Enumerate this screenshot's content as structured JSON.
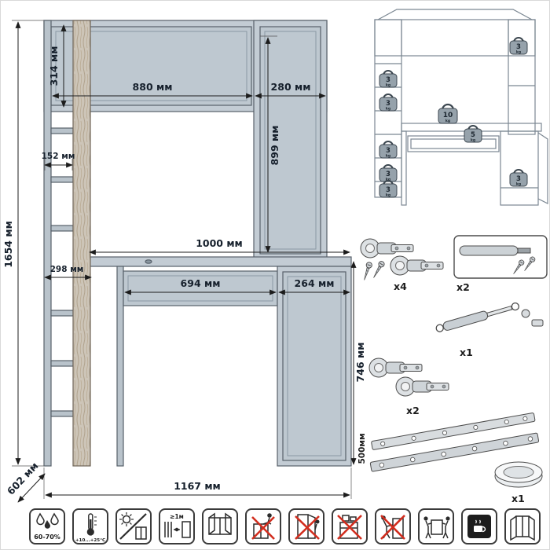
{
  "drawing": {
    "dimensions": {
      "total_height": "1654 мм",
      "hutch_height": "314 мм",
      "hutch_width": "880 мм",
      "hutch_right_width": "280 мм",
      "upper_section_height": "899 мм",
      "shelf_depth": "152 мм",
      "desk_width": "1000 мм",
      "left_unit_width": "298 мм",
      "drawer_width": "694 мм",
      "pedestal_width": "264 мм",
      "desk_height": "746 мм",
      "depth": "602 мм",
      "total_width": "1167 мм"
    }
  },
  "load_diagram": {
    "weights": [
      {
        "value": "3",
        "unit": "kg"
      },
      {
        "value": "3",
        "unit": "kg"
      },
      {
        "value": "3",
        "unit": "kg"
      },
      {
        "value": "3",
        "unit": "kg"
      },
      {
        "value": "3",
        "unit": "kg"
      },
      {
        "value": "3",
        "unit": "kg"
      },
      {
        "value": "10",
        "unit": "kg"
      },
      {
        "value": "5",
        "unit": "kg"
      },
      {
        "value": "3",
        "unit": "kg"
      }
    ]
  },
  "hardware": {
    "hinges_a": {
      "name": "concealed-hinges",
      "qty": "x4"
    },
    "damper": {
      "name": "door-damper",
      "qty": "x2"
    },
    "gas_lift": {
      "name": "gas-lift",
      "qty": "x1"
    },
    "hinges_b": {
      "name": "concealed-hinges",
      "qty": "x2"
    },
    "slides": {
      "name": "drawer-slides",
      "length": "500мм"
    },
    "grommet": {
      "name": "round-insert",
      "qty": "x1"
    }
  },
  "care_icons": [
    {
      "name": "humidity",
      "label": "60-70%"
    },
    {
      "name": "temperature",
      "label": "+10...+25°C"
    },
    {
      "name": "no-direct-sunlight"
    },
    {
      "name": "heat-distance",
      "label": "≥1м"
    },
    {
      "name": "ventilation"
    },
    {
      "name": "no-climbing"
    },
    {
      "name": "no-hanging-on-doors"
    },
    {
      "name": "no-overloading"
    },
    {
      "name": "no-dragging"
    },
    {
      "name": "carry-together"
    },
    {
      "name": "no-hot-appliances"
    },
    {
      "name": "open-doors-gently"
    }
  ]
}
